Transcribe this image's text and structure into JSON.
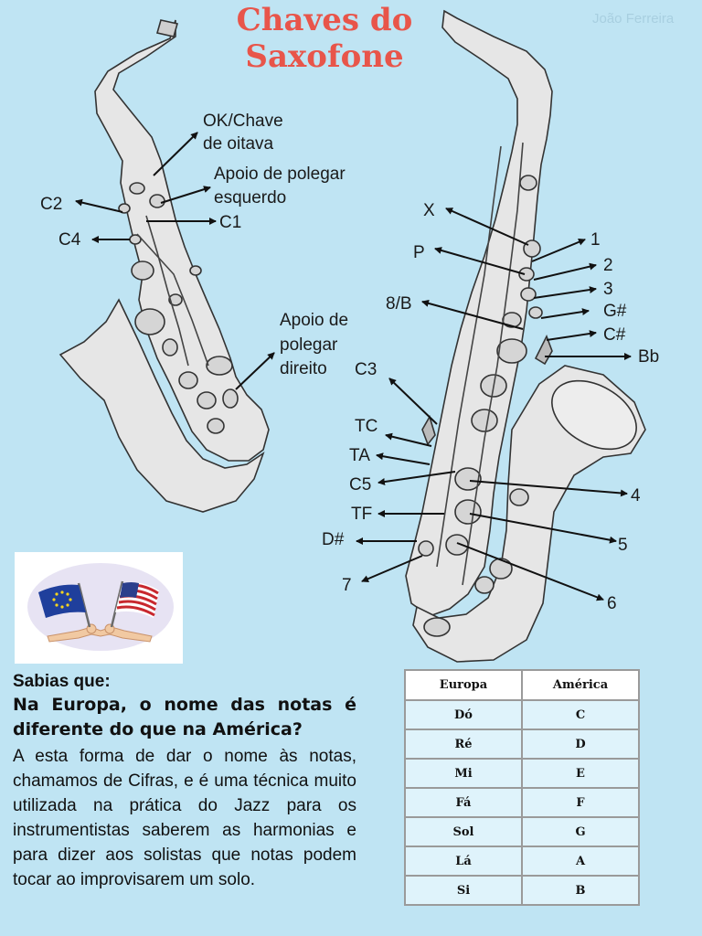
{
  "title": {
    "line1": "Chaves do",
    "line2": "Saxofone"
  },
  "author": "João Ferreira",
  "left_sax_labels": {
    "octave": [
      "OK/Chave",
      "de oitava"
    ],
    "left_thumb": [
      "Apoio de polegar",
      "esquerdo"
    ],
    "c1": "C1",
    "c2": "C2",
    "c4": "C4",
    "right_thumb": [
      "Apoio de",
      "polegar",
      "direito"
    ]
  },
  "right_sax_labels": {
    "x": "X",
    "p": "P",
    "b8": "8/B",
    "c3": "C3",
    "tc": "TC",
    "ta": "TA",
    "c5": "C5",
    "tf": "TF",
    "dsharp": "D#",
    "k7": "7",
    "k1": "1",
    "k2": "2",
    "k3": "3",
    "gsharp": "G#",
    "csharp": "C#",
    "bb": "Bb",
    "k4": "4",
    "k5": "5",
    "k6": "6"
  },
  "info": {
    "question1": "Sabias que:",
    "question2": "Na Europa, o nome das notas é diferente do que na América?",
    "body": "A esta forma de dar o nome às notas, chamamos de Cifras, e é uma técnica muito utilizada na prática do Jazz para os instrumentistas saberem as harmonias e para dizer aos solistas que notas podem tocar ao improvisarem um solo."
  },
  "notes_table": {
    "headers": [
      "Europa",
      "América"
    ],
    "rows": [
      [
        "Dó",
        "C"
      ],
      [
        "Ré",
        "D"
      ],
      [
        "Mi",
        "E"
      ],
      [
        "Fá",
        "F"
      ],
      [
        "Sol",
        "G"
      ],
      [
        "Lá",
        "A"
      ],
      [
        "Si",
        "B"
      ]
    ]
  },
  "colors": {
    "background": "#bfe4f3",
    "title": "#e8554a",
    "sax_fill": "#e6e6e6",
    "table_row": "#dff3fb"
  },
  "icons": [
    "eu-flag-icon",
    "us-flag-icon",
    "handshake-icon"
  ]
}
